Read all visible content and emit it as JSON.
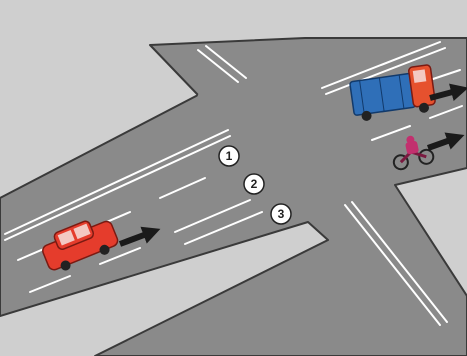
{
  "scene": {
    "type": "traffic-intersection-illustration",
    "colors": {
      "background": "#cfcfcf",
      "road": "#8a8a8a",
      "road_edge": "#3a3a3a",
      "marking": "#ffffff",
      "car": "#e53c2c",
      "truck_cab": "#e6512e",
      "truck_cargo": "#2f6fb8",
      "motorcycle_rider": "#c2306e",
      "arrow": "#1a1a1a"
    },
    "lanes": [
      {
        "number": "1"
      },
      {
        "number": "2"
      },
      {
        "number": "3"
      }
    ],
    "vehicles": [
      {
        "kind": "car",
        "icon": "red-car-icon",
        "direction": "arrow-right"
      },
      {
        "kind": "truck",
        "icon": "blue-truck-icon",
        "direction": "arrow-right"
      },
      {
        "kind": "motorcycle",
        "icon": "motorcycle-icon",
        "direction": "arrow-right"
      }
    ]
  }
}
